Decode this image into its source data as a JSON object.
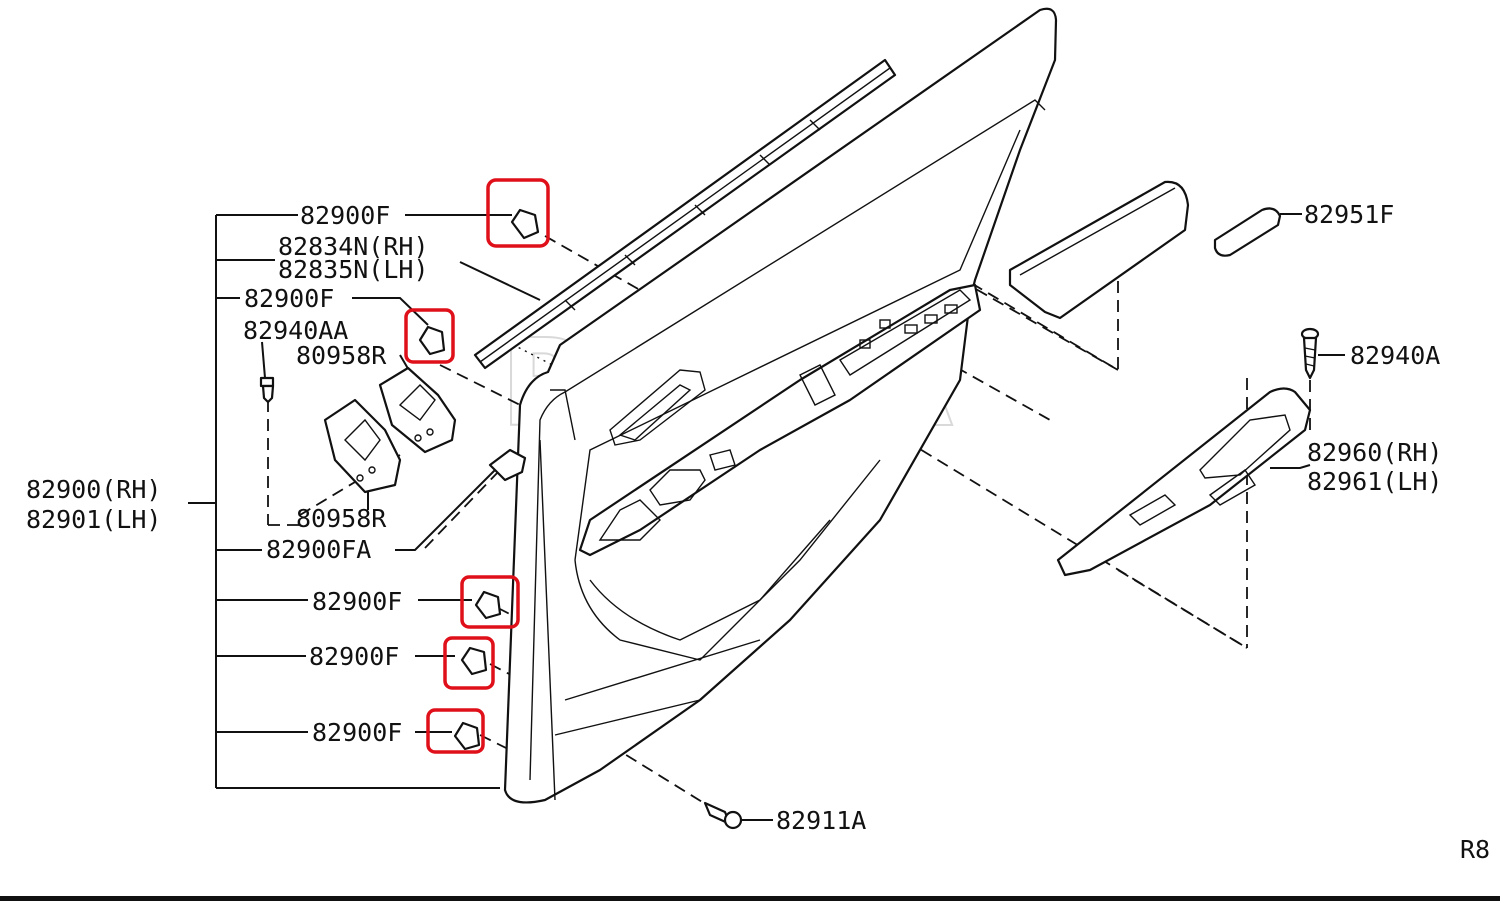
{
  "labels": {
    "l_82900F_1": "82900F",
    "l_82834N": "82834N(RH)",
    "l_82835N": "82835N(LH)",
    "l_82900F_2": "82900F",
    "l_82940AA": "82940AA",
    "l_80958R_1": "80958R",
    "l_82900RH": "82900(RH)",
    "l_82901LH": "82901(LH)",
    "l_80958R_2": "80958R",
    "l_82900FA": "82900FA",
    "l_82900F_3": "82900F",
    "l_82900F_4": "82900F",
    "l_82900F_5": "82900F",
    "l_82911A": "82911A",
    "l_82951F": "82951F",
    "l_82940A": "82940A",
    "l_82960RH": "82960(RH)",
    "l_82961LH": "82961(LH)",
    "l_R8": "R8"
  },
  "watermark": "REXKA",
  "colors": {
    "highlight": "#e0101a",
    "line": "#111111",
    "background": "#ffffff"
  }
}
